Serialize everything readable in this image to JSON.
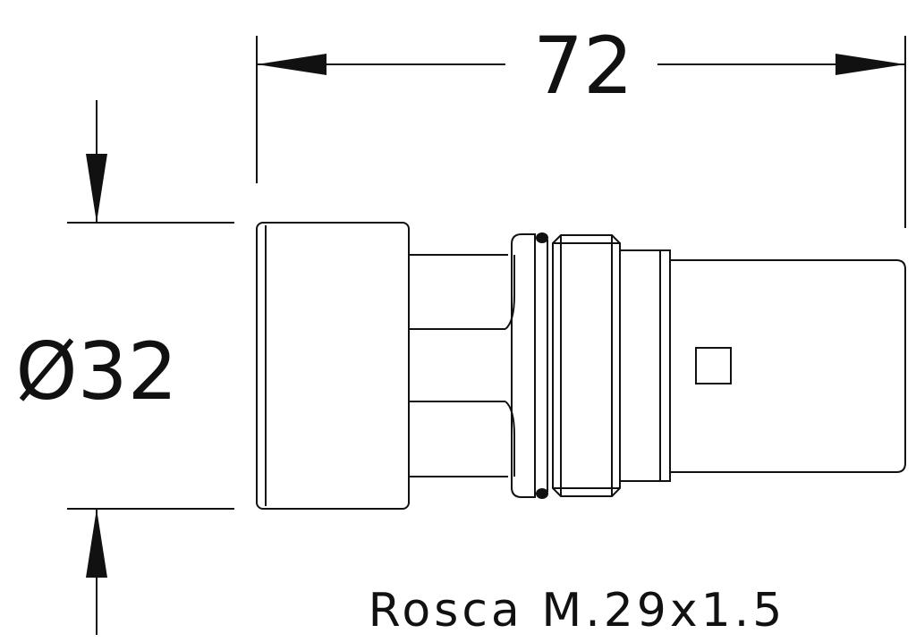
{
  "drawing": {
    "length_dimension": "72",
    "diameter_dimension": "Ø32",
    "thread_note": "Rosca M.29x1.5"
  },
  "colors": {
    "line": "#111111",
    "background": "#ffffff"
  }
}
